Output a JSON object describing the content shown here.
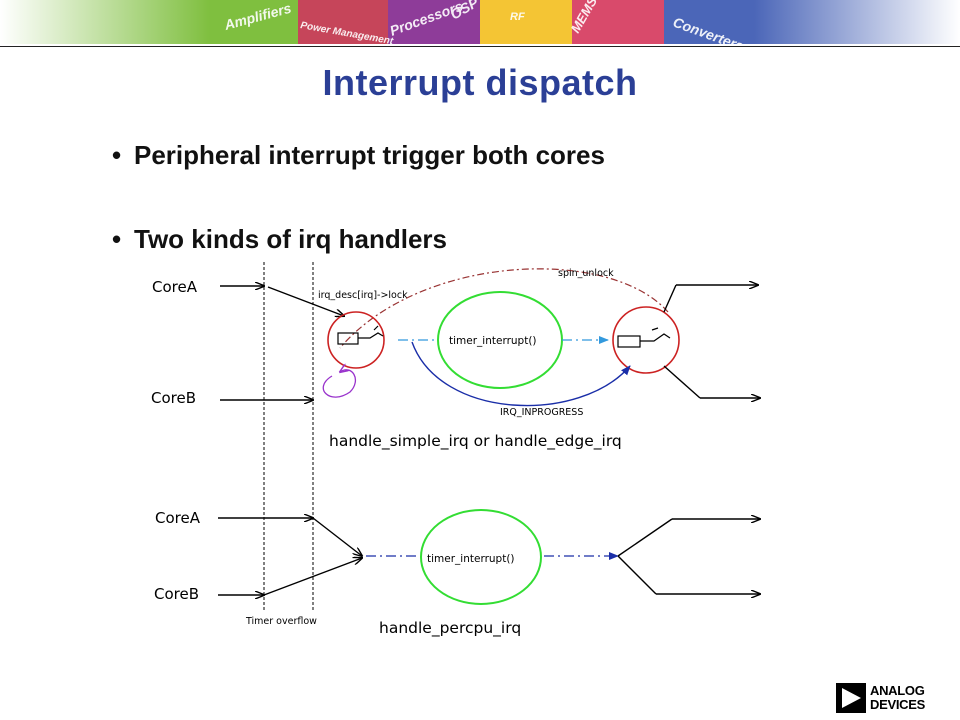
{
  "banner": {
    "tiles": [
      "Amplifiers",
      "Power Management",
      "Processors",
      "OSP",
      "RF",
      "MEMS",
      "Converters"
    ],
    "colors": [
      "#7fbf3f",
      "#c6455a",
      "#8e3c99",
      "#f4c534",
      "#d94a6b",
      "#4b66b8"
    ]
  },
  "slide": {
    "title": "Interrupt dispatch",
    "bullets": [
      "Peripheral interrupt trigger both cores",
      "Two kinds of irq handlers"
    ]
  },
  "diagram": {
    "top": {
      "core_a": "CoreA",
      "core_b": "CoreB",
      "lock_label": "irq_desc[irq]->lock",
      "spin_unlock": "spin_unlock",
      "handler": "timer_interrupt()",
      "irq_inprogress": "IRQ_INPROGRESS",
      "caption": "handle_simple_irq or handle_edge_irq"
    },
    "bottom": {
      "core_a": "CoreA",
      "core_b": "CoreB",
      "handler": "timer_interrupt()",
      "caption": "handle_percpu_irq",
      "timer_overflow": "Timer overflow"
    },
    "colors": {
      "red": "#cc2222",
      "green": "#33dd33",
      "dashed_blue": "#3399dd",
      "dark_blue": "#1a2ea8",
      "purple": "#9933cc",
      "spin_red": "#993333"
    }
  },
  "logo": {
    "line1": "ANALOG",
    "line2": "DEVICES"
  }
}
